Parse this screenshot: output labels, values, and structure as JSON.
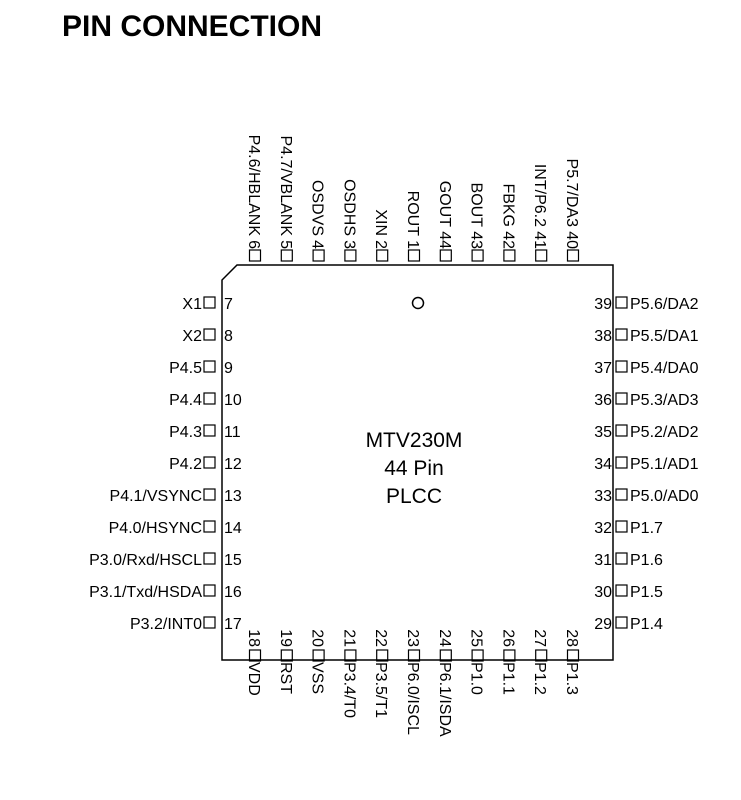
{
  "title": "PIN CONNECTION",
  "chip": {
    "lines": [
      "MTV230M",
      "44 Pin",
      "PLCC"
    ],
    "orientation_mark": "O"
  },
  "pins": {
    "top": [
      {
        "num": "6",
        "name": "P4.6/HBLANK"
      },
      {
        "num": "5",
        "name": "P4.7/VBLANK"
      },
      {
        "num": "4",
        "name": "OSDVS"
      },
      {
        "num": "3",
        "name": "OSDHS"
      },
      {
        "num": "2",
        "name": "XIN"
      },
      {
        "num": "1",
        "name": "ROUT"
      },
      {
        "num": "44",
        "name": "GOUT"
      },
      {
        "num": "43",
        "name": "BOUT"
      },
      {
        "num": "42",
        "name": "FBKG"
      },
      {
        "num": "41",
        "name": "INT/P6.2"
      },
      {
        "num": "40",
        "name": "P5.7/DA3"
      }
    ],
    "left": [
      {
        "num": "7",
        "name": "X1"
      },
      {
        "num": "8",
        "name": "X2"
      },
      {
        "num": "9",
        "name": "P4.5"
      },
      {
        "num": "10",
        "name": "P4.4"
      },
      {
        "num": "11",
        "name": "P4.3"
      },
      {
        "num": "12",
        "name": "P4.2"
      },
      {
        "num": "13",
        "name": "P4.1/VSYNC"
      },
      {
        "num": "14",
        "name": "P4.0/HSYNC"
      },
      {
        "num": "15",
        "name": "P3.0/Rxd/HSCL"
      },
      {
        "num": "16",
        "name": "P3.1/Txd/HSDA"
      },
      {
        "num": "17",
        "name": "P3.2/INT0"
      }
    ],
    "right": [
      {
        "num": "39",
        "name": "P5.6/DA2"
      },
      {
        "num": "38",
        "name": "P5.5/DA1"
      },
      {
        "num": "37",
        "name": "P5.4/DA0"
      },
      {
        "num": "36",
        "name": "P5.3/AD3"
      },
      {
        "num": "35",
        "name": "P5.2/AD2"
      },
      {
        "num": "34",
        "name": "P5.1/AD1"
      },
      {
        "num": "33",
        "name": "P5.0/AD0"
      },
      {
        "num": "32",
        "name": "P1.7"
      },
      {
        "num": "31",
        "name": "P1.6"
      },
      {
        "num": "30",
        "name": "P1.5"
      },
      {
        "num": "29",
        "name": "P1.4"
      }
    ],
    "bottom": [
      {
        "num": "18",
        "name": "VDD"
      },
      {
        "num": "19",
        "name": "RST"
      },
      {
        "num": "20",
        "name": "VSS"
      },
      {
        "num": "21",
        "name": "P3.4/T0"
      },
      {
        "num": "22",
        "name": "P3.5/T1"
      },
      {
        "num": "23",
        "name": "P6.0/ISCL"
      },
      {
        "num": "24",
        "name": "P6.1/ISDA"
      },
      {
        "num": "25",
        "name": "P1.0"
      },
      {
        "num": "26",
        "name": "P1.1"
      },
      {
        "num": "27",
        "name": "P1.2"
      },
      {
        "num": "28",
        "name": "P1.3"
      }
    ]
  }
}
